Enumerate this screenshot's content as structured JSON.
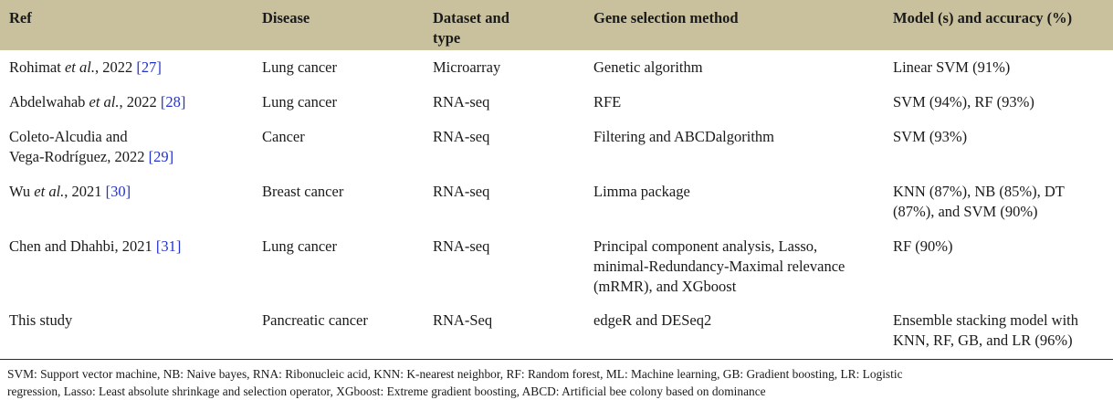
{
  "table": {
    "columns": [
      {
        "key": "ref",
        "label": "Ref"
      },
      {
        "key": "dis",
        "label": "Disease"
      },
      {
        "key": "data",
        "label": "Dataset and\ntype"
      },
      {
        "key": "gene",
        "label": "Gene selection method"
      },
      {
        "key": "model",
        "label": "Model (s) and accuracy (%)"
      }
    ],
    "header_bg": "#c9c19d",
    "citation_color": "#2233cc",
    "rows": [
      {
        "ref_pre": "Rohimat ",
        "ref_em": "et al.",
        "ref_mid": ", 2022 ",
        "ref_cite": "[27]",
        "disease": "Lung cancer",
        "dataset": "Microarray",
        "gene": "Genetic algorithm",
        "model": "Linear SVM (91%)"
      },
      {
        "ref_pre": "Abdelwahab ",
        "ref_em": "et al.",
        "ref_mid": ", 2022 ",
        "ref_cite": "[28]",
        "disease": "Lung cancer",
        "dataset": "RNA-seq",
        "gene": "RFE",
        "model": "SVM (94%), RF (93%)"
      },
      {
        "ref_pre": "Coleto-Alcudia and\nVega-Rodríguez, 2022 ",
        "ref_em": "",
        "ref_mid": "",
        "ref_cite": "[29]",
        "disease": "Cancer",
        "dataset": "RNA-seq",
        "gene": "Filtering and ABCDalgorithm",
        "model": "SVM (93%)"
      },
      {
        "ref_pre": "Wu ",
        "ref_em": "et al.",
        "ref_mid": ", 2021 ",
        "ref_cite": "[30]",
        "disease": "Breast cancer",
        "dataset": "RNA-seq",
        "gene": "Limma package",
        "model": "KNN (87%), NB (85%), DT (87%), and SVM (90%)"
      },
      {
        "ref_pre": "Chen and Dhahbi, 2021 ",
        "ref_em": "",
        "ref_mid": "",
        "ref_cite": "[31]",
        "disease": "Lung cancer",
        "dataset": "RNA-seq",
        "gene": "Principal component analysis, Lasso, minimal-Redundancy-Maximal relevance (mRMR), and XGboost",
        "model": "RF (90%)"
      },
      {
        "ref_pre": "This study",
        "ref_em": "",
        "ref_mid": "",
        "ref_cite": "",
        "disease": "Pancreatic cancer",
        "dataset": "RNA-Seq",
        "gene": "edgeR and DESeq2",
        "model": "Ensemble stacking model with KNN, RF, GB, and LR (96%)"
      }
    ]
  },
  "footnote": {
    "line1": "SVM: Support vector machine, NB: Naive bayes, RNA: Ribonucleic acid, KNN: K-nearest neighbor, RF: Random forest, ML: Machine learning, GB: Gradient boosting, LR: Logistic",
    "line2": "regression, Lasso: Least absolute shrinkage and selection operator, XGboost: Extreme gradient boosting, ABCD: Artificial bee colony based on dominance"
  }
}
